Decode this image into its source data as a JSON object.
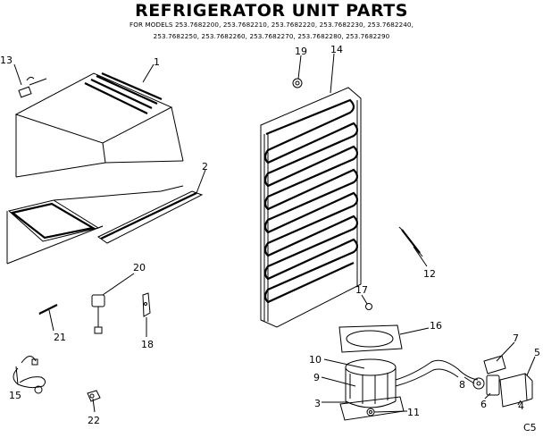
{
  "title": "REFRIGERATOR UNIT PARTS",
  "models_line1": "FOR MODELS 253.7682200, 253.7682210, 253.7682220, 253.7682230, 253.7682240,",
  "models_line2": "253.7682250, 253.7682260, 253.7682270, 253.7682280, 253.7682290",
  "callouts": {
    "c1": "1",
    "c2": "2",
    "c3": "3",
    "c4": "4",
    "c5": "5",
    "c6": "6",
    "c7": "7",
    "c8": "8",
    "c9": "9",
    "c10": "10",
    "c11": "11",
    "c12": "12",
    "c13": "13",
    "c14": "14",
    "c15": "15",
    "c16": "16",
    "c17": "17",
    "c18": "18",
    "c19": "19",
    "c20": "20",
    "c21": "21",
    "c22": "22"
  },
  "figure_code": "C5"
}
